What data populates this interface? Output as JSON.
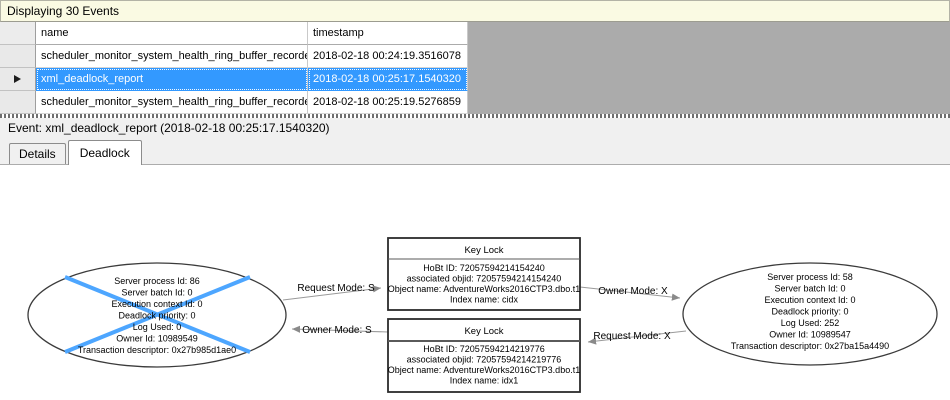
{
  "topbar": {
    "title": "Displaying 30 Events"
  },
  "grid": {
    "columns": {
      "name": "name",
      "timestamp": "timestamp"
    },
    "rows": [
      {
        "name": "scheduler_monitor_system_health_ring_buffer_recorded",
        "timestamp": "2018-02-18 00:24:19.3516078"
      },
      {
        "name": "xml_deadlock_report",
        "timestamp": "2018-02-18 00:25:17.1540320"
      },
      {
        "name": "scheduler_monitor_system_health_ring_buffer_recorded",
        "timestamp": "2018-02-18 00:25:19.5276859"
      }
    ],
    "selected_row_index": 1
  },
  "event_bar": {
    "label": "Event: xml_deadlock_report (2018-02-18 00:25:17.1540320)"
  },
  "tabs": {
    "details": "Details",
    "deadlock": "Deadlock",
    "active": "Deadlock"
  },
  "graph": {
    "victim_process": {
      "lines": [
        "Server process Id: 86",
        "Server batch Id: 0",
        "Execution context Id: 0",
        "Deadlock priority: 0",
        "Log Used: 0",
        "Owner Id: 10989549",
        "Transaction descriptor: 0x27b985d1ae0"
      ]
    },
    "owner_process": {
      "lines": [
        "Server process Id: 58",
        "Server batch Id: 0",
        "Execution context Id: 0",
        "Deadlock priority: 0",
        "Log Used: 252",
        "Owner Id: 10989547",
        "Transaction descriptor: 0x27ba15a4490"
      ]
    },
    "resource_top": {
      "title": "Key Lock",
      "lines": [
        "HoBt ID: 72057594214154240",
        "associated objid: 72057594214154240",
        "Object name: AdventureWorks2016CTP3.dbo.t1",
        "Index name: cidx"
      ]
    },
    "resource_bottom": {
      "title": "Key Lock",
      "lines": [
        "HoBt ID: 72057594214219776",
        "associated objid: 72057594214219776",
        "Object name: AdventureWorks2016CTP3.dbo.t1",
        "Index name: idx1"
      ]
    },
    "edges": {
      "request_s": "Request Mode: S",
      "owner_x": "Owner Mode: X",
      "owner_s": "Owner Mode: S",
      "request_x": "Request Mode: X"
    }
  },
  "colors": {
    "selection_blue": "#3399FF",
    "victim_cross_blue": "#4DA6FF",
    "topbar_yellow": "#FAFAE3",
    "grid_empty_gray": "#ABABAB"
  }
}
